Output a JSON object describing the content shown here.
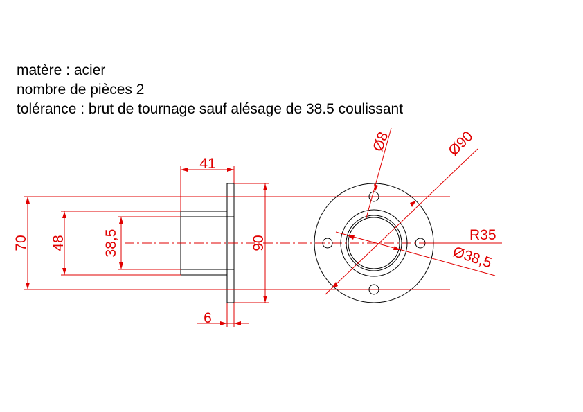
{
  "notes": {
    "material": "matère : acier",
    "quantity": "nombre de pièces 2",
    "tolerance": "tolérance : brut de tournage sauf alésage de 38.5 coulissant"
  },
  "dimensions": {
    "length_41": "41",
    "overall_70": "70",
    "tube_48": "48",
    "bore_38_5": "38,5",
    "flange_90": "90",
    "flange_thickness_6": "6",
    "hole_dia_8": "Ø8",
    "flange_dia_90": "Ø90",
    "bolt_circle_r35": "R35",
    "bore_dia_38_5": "Ø38,5"
  },
  "colors": {
    "dimension": "#e00000",
    "outline": "#000000"
  }
}
